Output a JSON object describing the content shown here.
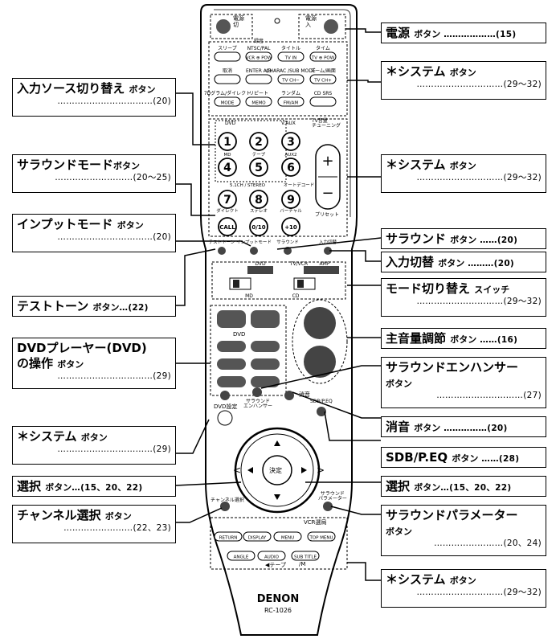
{
  "callouts_left": [
    {
      "id": "input-source",
      "title": "入力ソース切り替え",
      "suffix": "ボタン",
      "ref": "(20)"
    },
    {
      "id": "surround-mode",
      "title": "サラウンドモード",
      "suffix": "ボタン",
      "ref": "(20〜25)"
    },
    {
      "id": "input-mode",
      "title": "インプットモード",
      "suffix": "ボタン",
      "ref": "(20)"
    },
    {
      "id": "test-tone",
      "title": "テストトーン",
      "suffix": "ボタン",
      "ref": "(22)"
    },
    {
      "id": "dvd-operation",
      "title": "DVDプレーヤー(DVD)",
      "title2": "の操作",
      "suffix": "ボタン",
      "ref": "(29)"
    },
    {
      "id": "system-left",
      "title": "＊システム",
      "suffix": "ボタン",
      "ref": "(29)"
    },
    {
      "id": "select-left",
      "title": "選択",
      "suffix": "ボタン",
      "ref": "(15、20、22)"
    },
    {
      "id": "channel-select",
      "title": "チャンネル選択",
      "suffix": "ボタン",
      "ref": "(22、23)"
    }
  ],
  "callouts_right": [
    {
      "id": "power",
      "title": "電源",
      "suffix": "ボタン",
      "ref": "(15)"
    },
    {
      "id": "system-1",
      "title": "＊システム",
      "suffix": "ボタン",
      "ref": "(29〜32)"
    },
    {
      "id": "system-2",
      "title": "＊システム",
      "suffix": "ボタン",
      "ref": "(29〜32)"
    },
    {
      "id": "surround",
      "title": "サラウンド",
      "suffix": "ボタン",
      "ref": "(20)"
    },
    {
      "id": "input-switch",
      "title": "入力切替",
      "suffix": "ボタン",
      "ref": "(20)"
    },
    {
      "id": "mode-switch",
      "title": "モード切り替え",
      "suffix": "スイッチ",
      "ref": "(29〜32)"
    },
    {
      "id": "master-volume",
      "title": "主音量調節",
      "suffix": "ボタン",
      "ref": "(16)"
    },
    {
      "id": "surround-enhancer",
      "title": "サラウンドエンハンサー",
      "suffix": "ボタン",
      "ref": "(27)"
    },
    {
      "id": "mute",
      "title": "消音",
      "suffix": "ボタン",
      "ref": "(20)"
    },
    {
      "id": "sdb-peq",
      "title": "SDB/P.EQ",
      "suffix": "ボタン",
      "ref": "(28)"
    },
    {
      "id": "select-right",
      "title": "選択",
      "suffix": "ボタン",
      "ref": "(15、20、22)"
    },
    {
      "id": "surround-param",
      "title": "サラウンドパラメーター",
      "suffix": "ボタン",
      "ref": "(20、24)"
    },
    {
      "id": "system-3",
      "title": "＊システム",
      "suffix": "ボタン",
      "ref": "(29〜32)"
    }
  ],
  "remote": {
    "brand": "DENON",
    "model": "RC-1026",
    "power_off": "電源\n切",
    "power_on": "電源\n入",
    "row1_labels": [
      "スリープ",
      "NTSC/PAL",
      "タイトル",
      "タイム"
    ],
    "row1_top": "録音",
    "row1_buttons": [
      "",
      "VCR ⊕ POW",
      "TV IN",
      "TV ⊕ POW"
    ],
    "row2_labels": [
      "取消",
      "ENTER A/B",
      "CHARAC /SUB MODE",
      "ズーム/画面"
    ],
    "row2_buttons": [
      "",
      "",
      "TV CH−",
      "TV CH+"
    ],
    "row3_labels": [
      "7Dグラム/ダイレクト",
      "リピート",
      "ランダム",
      "CD SRS"
    ],
    "row3_buttons": [
      "MODE",
      "MEMO",
      "FM/AM",
      ""
    ],
    "source_header": "DVD",
    "vaux": "V.AUX",
    "tv_tuning": "TV音量\nチューニング",
    "num_buttons": [
      "1",
      "2",
      "3",
      "4",
      "5",
      "6",
      "7",
      "8",
      "9",
      "CALL",
      "0/10",
      "+10"
    ],
    "num_labels": [
      "MD",
      "テープ",
      "AUX2",
      "5.1CH / STEREO",
      "ステレオ",
      "バーチャル",
      "ダイレクト",
      "オートデコード"
    ],
    "preset": "プリセット",
    "plus": "+",
    "minus": "−",
    "row_test": [
      "テストトーン",
      "インプットモード",
      "サラウンド",
      "入力切替"
    ],
    "switch_labels": [
      "DVD",
      "TV/VCR",
      "AMP",
      "MD",
      "CD"
    ],
    "dvd_label": "DVD",
    "dvd_setup": "DVD設定",
    "enhancer": "サラウンド\nエンハンサー",
    "mute": "消音",
    "sdb": "SDB/P.EQ",
    "nav_center": "決定",
    "ch_select": "チャンネル選択",
    "surround_param": "サラウンド\nパラメーター",
    "vcr": "VCR選局",
    "bottom_row1": [
      "RETURN",
      "DISPLAY",
      "MENU",
      "TOP MENU"
    ],
    "bottom_row2": [
      "ANGLE",
      "AUDIO",
      "SUB TITLE"
    ],
    "tape": "◀テープ",
    "md": "/M"
  }
}
